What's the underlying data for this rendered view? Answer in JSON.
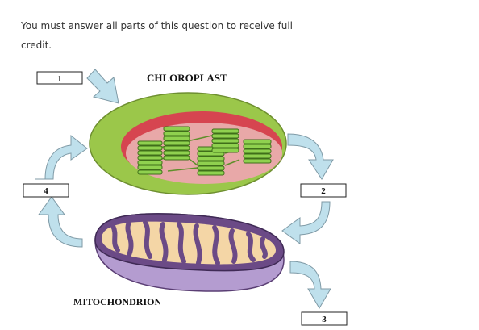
{
  "question": {
    "instructions": "You must answer all parts of this question to receive full credit."
  },
  "diagram": {
    "chloroplast_label": "CHLOROPLAST",
    "mitochondrion_label": "MITOCHONDRION",
    "boxes": [
      "1",
      "2",
      "3",
      "4"
    ]
  },
  "colors": {
    "chloroplast_outer": "#9bc74a",
    "chloroplast_inner": "#e8a8a8",
    "chloroplast_rim": "#d64550",
    "thylakoid": "#8fd14f",
    "mito_outer": "#b49cd0",
    "mito_cristae": "#6b4a86",
    "mito_matrix": "#f4d6a6",
    "arrow": "#bfe0ec"
  }
}
